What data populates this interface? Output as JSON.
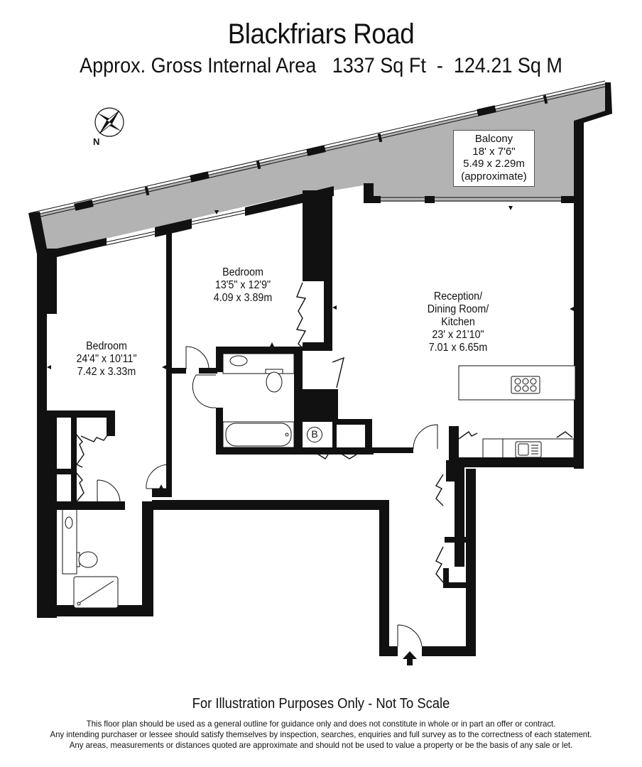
{
  "header": {
    "title": "Blackfriars Road",
    "subtitle": "Approx. Gross Internal Area   1337 Sq Ft  -  124.21 Sq M"
  },
  "compass": {
    "icon": "compass-rose-icon",
    "north_label": "N"
  },
  "rooms": [
    {
      "name": "Balcony",
      "imperial": "18' x 7'6\"",
      "metric": "5.49 x 2.29m",
      "note": "(approximate)"
    },
    {
      "name": "Bedroom",
      "imperial": "13'5\" x 12'9\"",
      "metric": "4.09 x 3.89m"
    },
    {
      "name": "Bedroom",
      "imperial": "24'4\" x 10'11\"",
      "metric": "7.42 x 3.33m"
    },
    {
      "name_line1": "Reception/",
      "name_line2": "Dining Room/",
      "name_line3": "Kitchen",
      "imperial": "23' x 21'10\"",
      "metric": "7.01 x 6.65m"
    }
  ],
  "symbols": {
    "boiler_label": "B",
    "entrance_icon": "entrance-arrow-icon"
  },
  "colors": {
    "wall": "#111111",
    "balcony_fill": "#b3b3b3",
    "background": "#ffffff"
  },
  "footer": {
    "heading": "For Illustration Purposes Only - Not To Scale",
    "disclaimer": [
      "This floor plan should be used as a general outline for guidance only and does not constitute in whole or in part an offer or contract.",
      "Any intending purchaser or lessee should satisfy themselves by inspection, searches, enquiries and full survey as to the correctness of each statement.",
      "Any areas, measurements or distances quoted are approximate and should not be used to value a property or be the basis of any sale or let."
    ]
  }
}
